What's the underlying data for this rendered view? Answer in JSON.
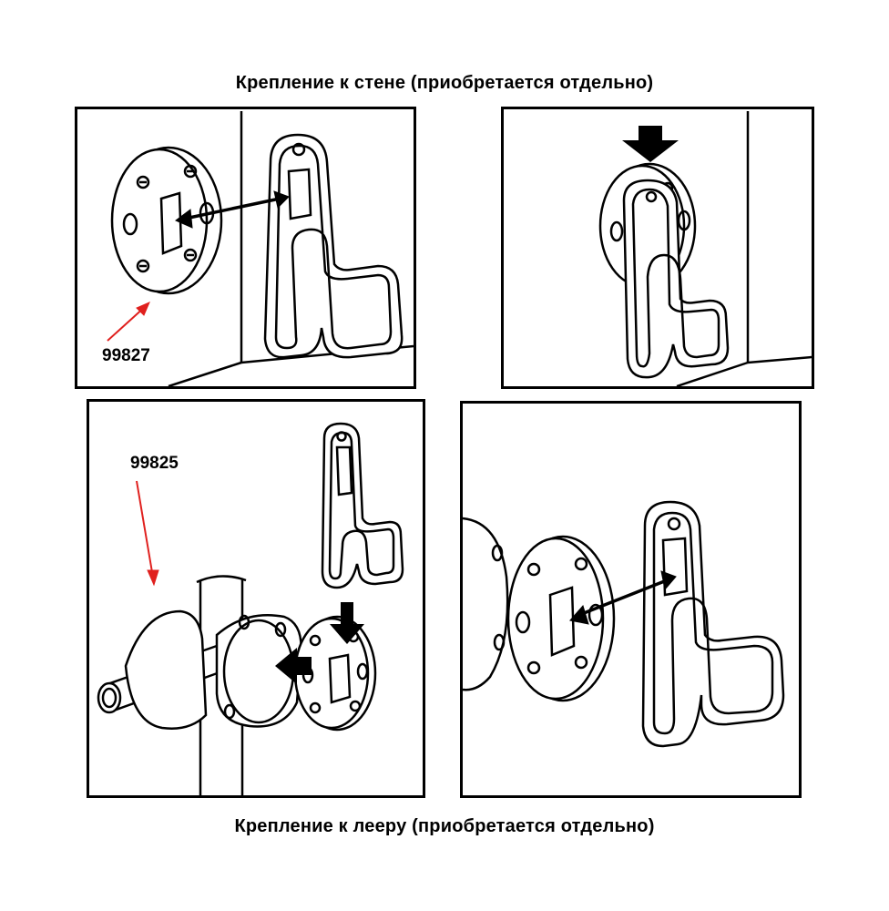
{
  "headings": {
    "top": "Крепление к стене (приобретается отдельно)",
    "bottom": "Крепление к лееру (приобретается отдельно)"
  },
  "callouts": {
    "wall_mount_part": "99827",
    "rail_mount_part": "99825"
  },
  "colors": {
    "line": "#000000",
    "callout_arrow": "#e0201e",
    "background": "#ffffff"
  }
}
